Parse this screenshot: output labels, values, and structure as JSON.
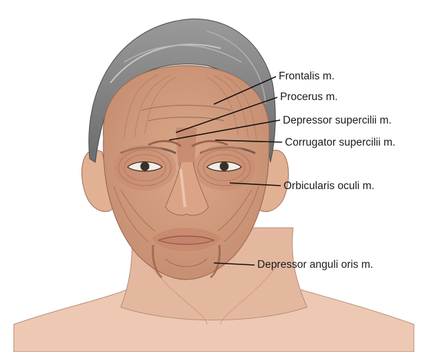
{
  "labels": {
    "frontalis": "Frontalis m.",
    "procerus": "Procerus m.",
    "depressor_supercilii": "Depressor supercilii m.",
    "corrugator_supercilii": "Corrugator supercilii m.",
    "orbicularis_oculi": "Orbicularis oculi m.",
    "depressor_anguli_oris": "Depressor anguli oris m."
  },
  "colors": {
    "skin": "#e2b395",
    "muscle": "#c98f73",
    "muscle_dark": "#b06f57",
    "hair": "#8a8a8a",
    "hair_dark": "#5e5e5e",
    "leader_line": "#111111",
    "background": "#ffffff"
  }
}
